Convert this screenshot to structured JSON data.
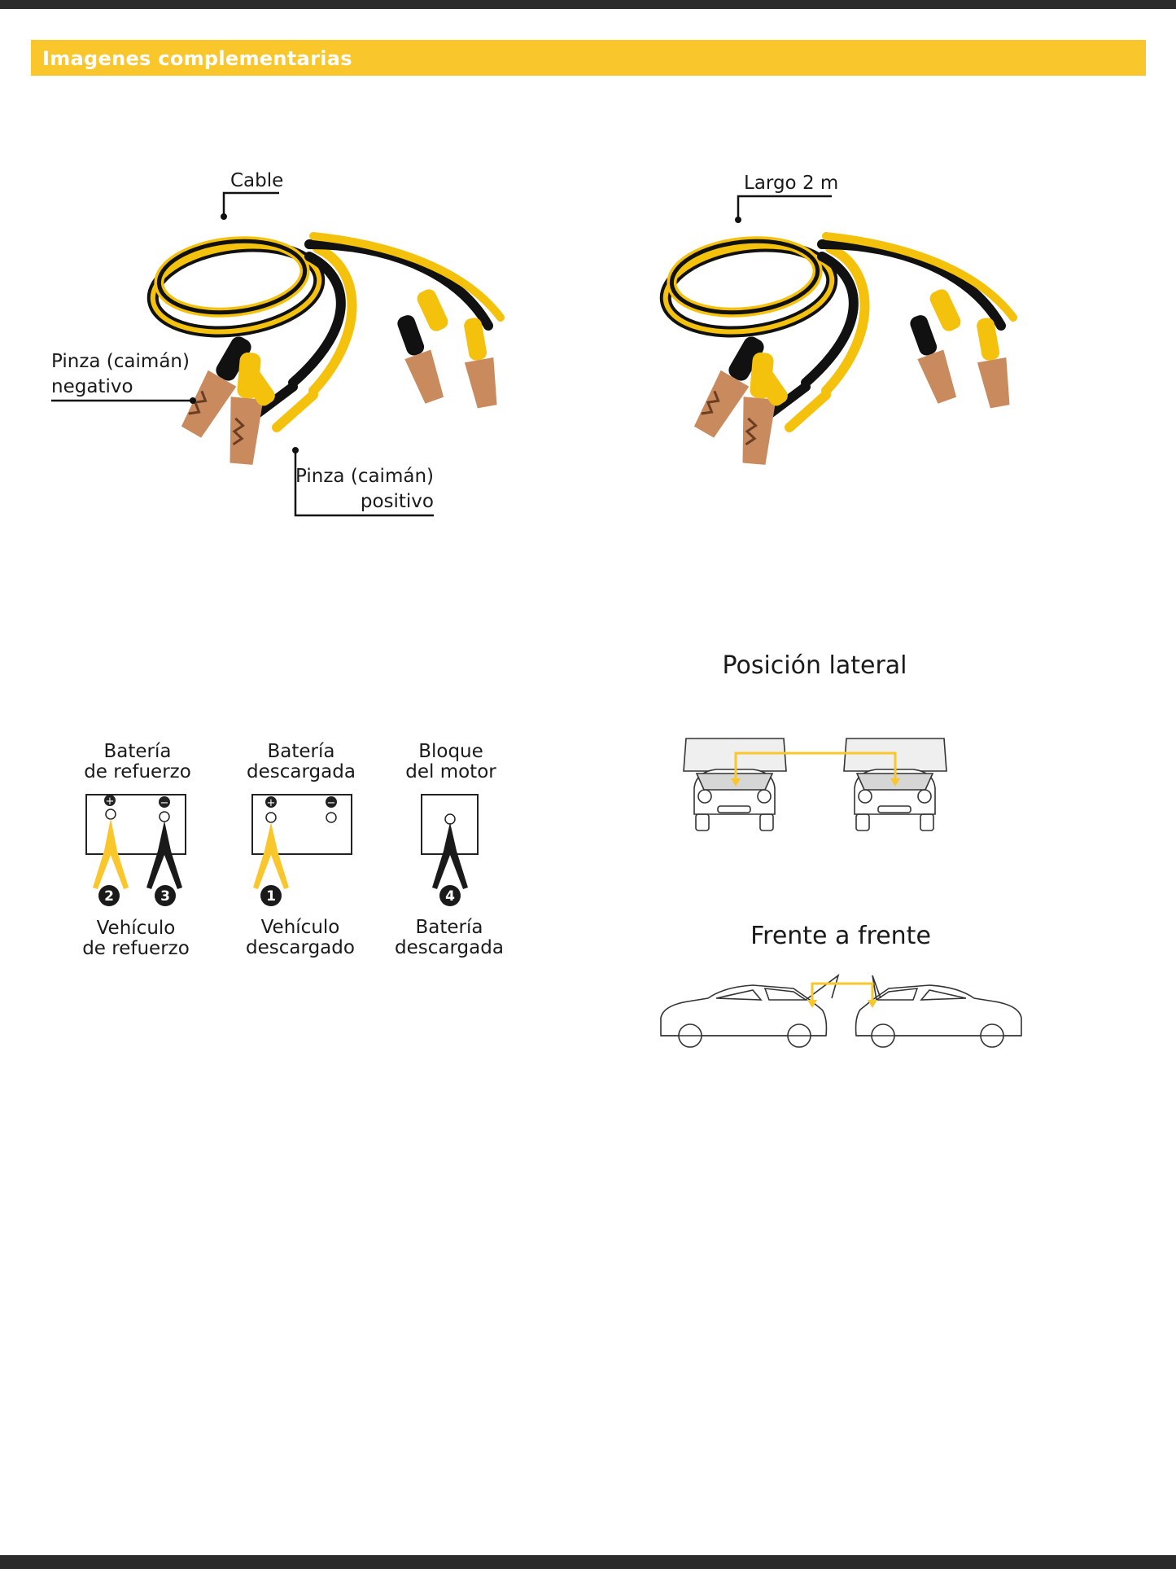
{
  "header": {
    "title": "Imagenes complementarias"
  },
  "product_left": {
    "cable_label": "Cable",
    "neg_clamp_line1": "Pinza (caimán)",
    "neg_clamp_line2": "negativo",
    "pos_clamp_line1": "Pinza (caimán)",
    "pos_clamp_line2": "positivo"
  },
  "product_right": {
    "length_label": "Largo 2 m"
  },
  "connection_diagram": {
    "columns": [
      {
        "top1": "Batería",
        "top2": "de refuerzo",
        "bottom1": "Vehículo",
        "bottom2": "de refuerzo",
        "steps": [
          "2",
          "3"
        ]
      },
      {
        "top1": "Batería",
        "top2": "descargada",
        "bottom1": "Vehículo",
        "bottom2": "descargado",
        "steps": [
          "1"
        ]
      },
      {
        "top1": "Bloque",
        "top2": "del motor",
        "bottom1": "Batería",
        "bottom2": "descargada",
        "steps": [
          "4"
        ]
      }
    ],
    "terminal_symbols": [
      "+",
      "−"
    ]
  },
  "positions": {
    "lateral_title": "Posición lateral",
    "front_title": "Frente a frente"
  },
  "colors": {
    "accent": "#f9c62b",
    "dark": "#2b2b2b",
    "copper": "#c98a5e"
  }
}
